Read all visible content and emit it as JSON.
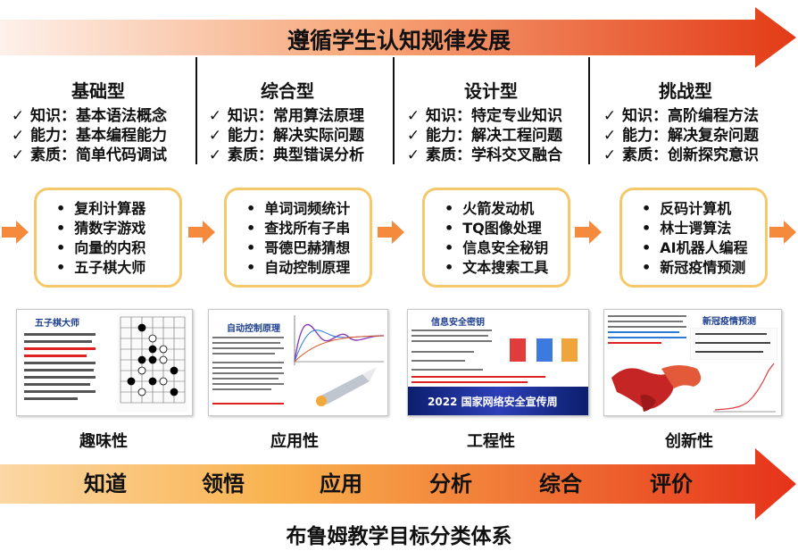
{
  "header": {
    "title": "遵循学生认知规律发展"
  },
  "columns": [
    {
      "type": "基础型",
      "points": [
        "知识：基本语法概念",
        "能力：基本编程能力",
        "素质：简单代码调试"
      ],
      "examples": [
        "复利计算器",
        "猜数字游戏",
        "向量的内积",
        "五子棋大师"
      ],
      "trait": "趣味性",
      "thumb_title": "五子棋大师"
    },
    {
      "type": "综合型",
      "points": [
        "知识：常用算法原理",
        "能力：解决实际问题",
        "素质：典型错误分析"
      ],
      "examples": [
        "单词词频统计",
        "查找所有子串",
        "哥德巴赫猜想",
        "自动控制原理"
      ],
      "trait": "应用性",
      "thumb_title": "自动控制原理"
    },
    {
      "type": "设计型",
      "points": [
        "知识：特定专业知识",
        "能力：解决工程问题",
        "素质：学科交叉融合"
      ],
      "examples": [
        "火箭发动机",
        "TQ图像处理",
        "信息安全秘钥",
        "文本搜索工具"
      ],
      "trait": "工程性",
      "thumb_title": "信息安全密钥",
      "thumb_banner": "2022 国家网络安全宣传周"
    },
    {
      "type": "挑战型",
      "points": [
        "知识：高阶编程方法",
        "能力：解决复杂问题",
        "素质：创新探究意识"
      ],
      "examples": [
        "反码计算机",
        "林士谔算法",
        "AI机器人编程",
        "新冠疫情预测"
      ],
      "trait": "创新性",
      "thumb_title": "新冠疫情预测"
    }
  ],
  "stages": [
    "知道",
    "领悟",
    "应用",
    "分析",
    "综合",
    "评价"
  ],
  "footer": {
    "title": "布鲁姆教学目标分类体系"
  },
  "colors": {
    "arrow_start": "#fdeee6",
    "arrow_mid": "#f9b287",
    "arrow_end": "#e8401c",
    "box_border": "#f5c96b",
    "small_arrow": "#f58a3c",
    "check": "#111111"
  },
  "icons": {
    "check": "check-icon",
    "flow_arrow": "arrow-right-icon"
  }
}
